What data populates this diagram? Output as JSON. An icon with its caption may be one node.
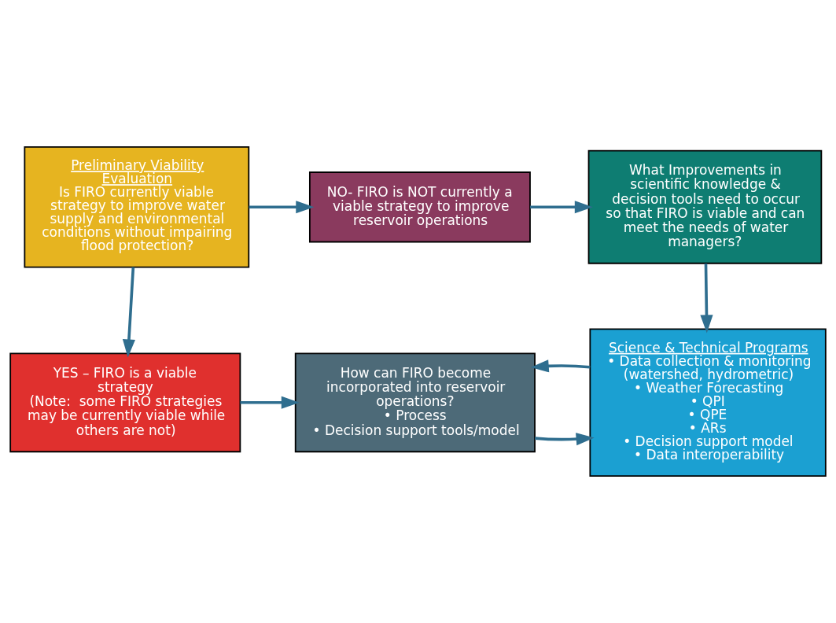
{
  "diagram": {
    "nodes": [
      {
        "text": [
          "Preliminary Viability Evaluation",
          "Is FIRO currently viable strategy to improve water supply and environmental conditions without impairing flood protection?"
        ]
      },
      {
        "text": [
          "NO- FIRO is NOT currently a viable strategy to improve reservoir operations"
        ]
      },
      {
        "text": [
          "What Improvements in scientific knowledge & decision tools need to occur so that FIRO is viable and can meet the needs of water managers?"
        ]
      },
      {
        "text": [
          "YES – FIRO is a viable strategy",
          "(Note:  some FIRO strategies may be currently viable while others are not)"
        ]
      },
      {
        "text": [
          "How can FIRO become incorporated into reservoir operations?",
          "• Process",
          "• Decision support tools/model"
        ]
      },
      {
        "text": [
          "Science & Technical Programs",
          "• Data collection & monitoring (watershed, hydrometric)",
          "• Weather Forecasting",
          "• QPI",
          "• QPE",
          "• ARs",
          "• Decision support model",
          "• Data interoperability"
        ]
      }
    ],
    "edges": [
      {
        "from": 0,
        "to": 1,
        "arrow": "to"
      },
      {
        "from": 1,
        "to": 2,
        "arrow": "to"
      },
      {
        "from": 2,
        "to": 5,
        "arrow": "to"
      },
      {
        "from": 0,
        "to": 3,
        "arrow": "to"
      },
      {
        "from": 3,
        "to": 4,
        "arrow": "to"
      },
      {
        "from": 4,
        "to": 5,
        "arrow": "to"
      },
      {
        "from": 5,
        "to": 4,
        "arrow": "to"
      }
    ]
  }
}
